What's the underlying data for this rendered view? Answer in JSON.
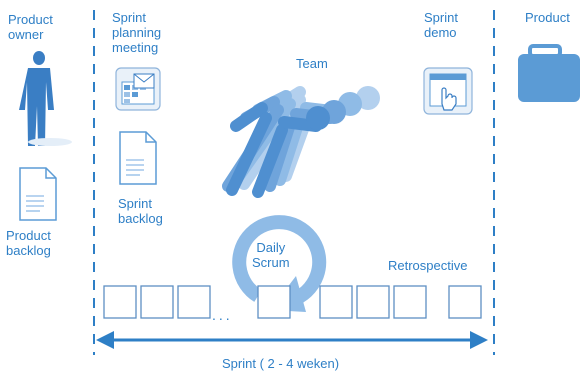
{
  "labels": {
    "product_owner": "Product\nowner",
    "product_backlog": "Product\nbacklog",
    "sprint_planning": "Sprint\nplanning\nmeeting",
    "sprint_backlog": "Sprint\nbacklog",
    "team": "Team",
    "daily_scrum": "Daily\nScrum",
    "sprint_demo": "Sprint\ndemo",
    "retrospective": "Retrospective",
    "product": "Product",
    "sprint_duration": "Sprint ( 2 - 4 weken)",
    "ellipsis": "..."
  },
  "colors": {
    "accent": "#2e7fc6",
    "light_blue": "#8fbbe6",
    "icon_blue": "#5b9bd5",
    "box_border": "#5d8fc4"
  },
  "icons": {
    "person": "person-silhouette-icon",
    "backlog_doc": "document-icon",
    "calendar": "calendar-mail-icon",
    "demo": "browser-hand-icon",
    "briefcase": "briefcase-icon",
    "runners": "runners-icon",
    "cycle": "cycle-arrow-icon"
  }
}
